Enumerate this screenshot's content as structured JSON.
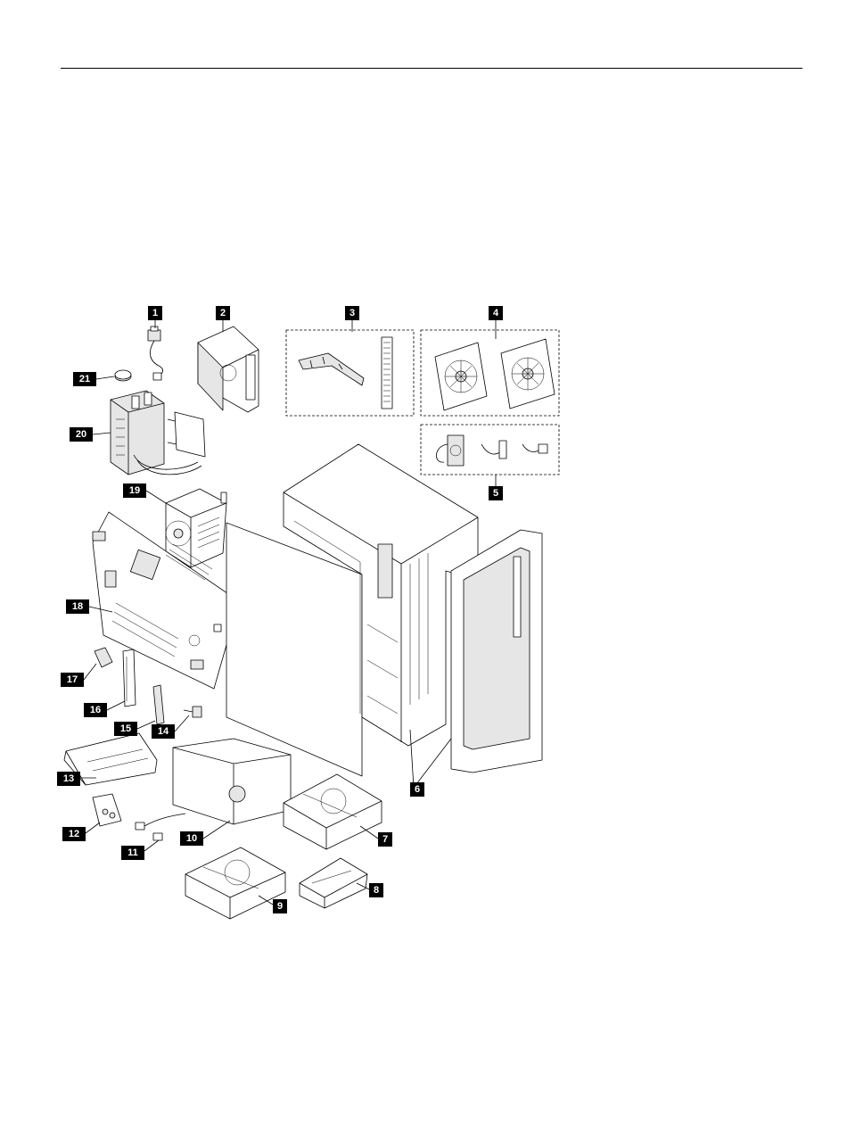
{
  "callouts": {
    "c1": "1",
    "c2": "2",
    "c3": "3",
    "c4": "4",
    "c5": "5",
    "c6": "6",
    "c7": "7",
    "c8": "8",
    "c9": "9",
    "c10": "10",
    "c11": "11",
    "c12": "12",
    "c13": "13",
    "c14": "14",
    "c15": "15",
    "c16": "16",
    "c17": "17",
    "c18": "18",
    "c19": "19",
    "c20": "20",
    "c21": "21"
  },
  "colors": {
    "ink": "#000000",
    "paper": "#ffffff",
    "shade": "#e6e6e6"
  }
}
